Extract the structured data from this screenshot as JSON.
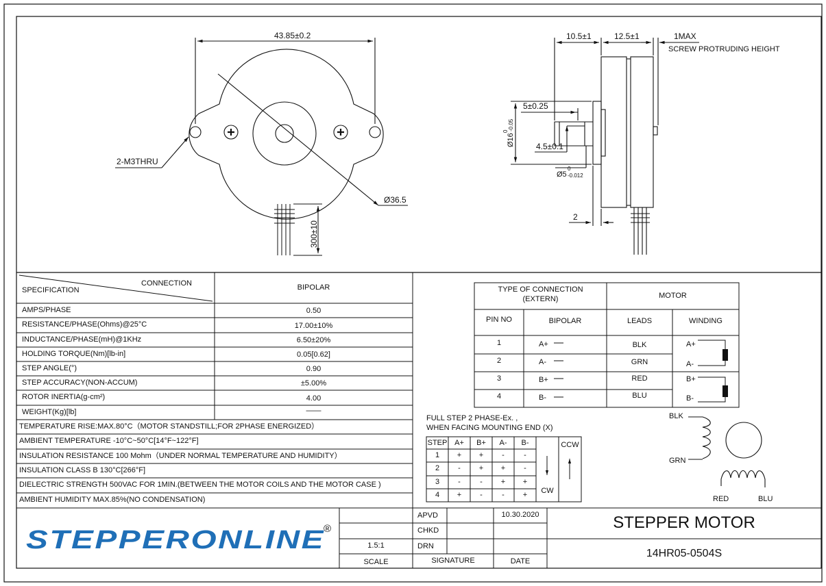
{
  "drawing": {
    "front_view": {
      "dim_mount_span": "43.85±0.2",
      "label_holes": "2-M3THRU",
      "dim_body_dia": "Ø36.5",
      "dim_lead_length": "300±10"
    },
    "side_view": {
      "dim_a": "10.5±1",
      "dim_b": "12.5±1",
      "dim_c": "1MAX",
      "note_screw": "SCREW PROTRUDING HEIGHT",
      "dim_shaft_len": "5±0.25",
      "dim_boss_dia": "Ø16",
      "tol_boss_upper": "0",
      "tol_boss_lower": "-0.05",
      "dim_flat": "4.5±0.1",
      "dim_shaft_dia": "Ø5",
      "tol_shaft_upper": "0",
      "tol_shaft_lower": "-0.012",
      "dim_flange": "2"
    }
  },
  "spec_table": {
    "header_connection": "CONNECTION",
    "header_specification": "SPECIFICATION",
    "header_bipolar": "BIPOLAR",
    "rows": [
      {
        "label": "AMPS/PHASE",
        "value": "0.50"
      },
      {
        "label": "RESISTANCE/PHASE(Ohms)@25°C",
        "value": "17.00±10%"
      },
      {
        "label": "INDUCTANCE/PHASE(mH)@1KHz",
        "value": "6.50±20%"
      },
      {
        "label": "HOLDING TORQUE(Nm)[lb-in]",
        "value": "0.05[0.62]"
      },
      {
        "label": "STEP ANGLE(°)",
        "value": "0.90"
      },
      {
        "label": "STEP ACCURACY(NON-ACCUM)",
        "value": "±5.00%"
      },
      {
        "label": "ROTOR INERTIA(g-cm²)",
        "value": "4.00"
      },
      {
        "label": "WEIGHT(Kg)[lb]",
        "value": "——"
      }
    ],
    "notes": [
      "TEMPERATURE RISE:MAX.80°C（MOTOR STANDSTILL;FOR 2PHASE ENERGIZED）",
      "AMBIENT TEMPERATURE -10°C~50°C[14°F~122°F]",
      "INSULATION RESISTANCE 100 Mohm（UNDER NORMAL TEMPERATURE AND HUMIDITY）",
      "INSULATION CLASS B 130°C[266°F]",
      "DIELECTRIC STRENGTH 500VAC FOR 1MIN.(BETWEEN THE MOTOR COILS AND THE MOTOR CASE )",
      "AMBIENT HUMIDITY MAX.85%(NO CONDENSATION)"
    ]
  },
  "connection_table": {
    "type_header_1": "TYPE OF CONNECTION",
    "type_header_2": "(EXTERN)",
    "motor_header": "MOTOR",
    "col_pin": "PIN NO",
    "col_bipolar": "BIPOLAR",
    "col_leads": "LEADS",
    "col_winding": "WINDING",
    "rows": [
      {
        "pin": "1",
        "bipolar": "A+",
        "lead": "BLK",
        "winding": "A+"
      },
      {
        "pin": "2",
        "bipolar": "A-",
        "lead": "GRN",
        "winding": "A-"
      },
      {
        "pin": "3",
        "bipolar": "B+",
        "lead": "RED",
        "winding": "B+"
      },
      {
        "pin": "4",
        "bipolar": "B-",
        "lead": "BLU",
        "winding": "B-"
      }
    ]
  },
  "step_table": {
    "title_1": "FULL STEP  2 PHASE-Ex. ,",
    "title_2": "WHEN FACING MOUNTING END (X)",
    "headers": [
      "STEP",
      "A+",
      "B+",
      "A-",
      "B-"
    ],
    "rows": [
      [
        "1",
        "+",
        "+",
        "-",
        "-"
      ],
      [
        "2",
        "-",
        "+",
        "+",
        "-"
      ],
      [
        "3",
        "-",
        "-",
        "+",
        "+"
      ],
      [
        "4",
        "+",
        "-",
        "-",
        "+"
      ]
    ],
    "cw": "CW",
    "ccw": "CCW"
  },
  "wiring": {
    "blk": "BLK",
    "grn": "GRN",
    "red": "RED",
    "blu": "BLU"
  },
  "title_block": {
    "logo": "STEPPERONLINE",
    "registered": "®",
    "scale_value": "1.5:1",
    "scale_label": "SCALE",
    "apvd": "APVD",
    "chkd": "CHKD",
    "drn": "DRN",
    "date_value": "10.30.2020",
    "signature_label": "SIGNATURE",
    "date_label": "DATE",
    "title": "STEPPER MOTOR",
    "part_number": "14HR05-0504S"
  },
  "colors": {
    "logo_blue": "#1f6fb7",
    "line": "#111111"
  }
}
